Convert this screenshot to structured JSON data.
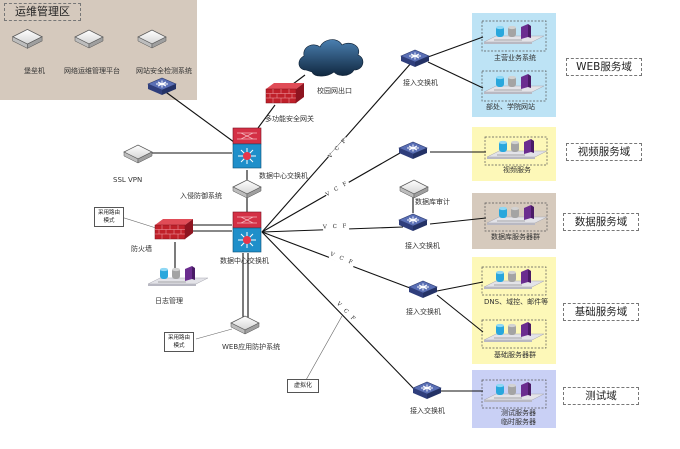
{
  "mgmt_zone": {
    "title": "运维管理区",
    "devices": [
      "堡垒机",
      "网络运维管理平台",
      "网站安全检测系统"
    ]
  },
  "core": {
    "cloud": "校园网出口",
    "gateway": "多功能安全网关",
    "switch1": "数据中心交换机",
    "ssl_vpn": "SSL VPN",
    "ips": "入侵防御系统",
    "switch2": "数据中心交换机",
    "firewall": "防火墙",
    "firewall_note": "采用路由模式",
    "log": "日志管理",
    "waf": "WEB应用防护系统",
    "waf_note": "采用路由模式",
    "virtualization": "虚拟化",
    "link_label": "V C F"
  },
  "access": {
    "switch_label": "接入交换机",
    "db_audit": "数据库审计"
  },
  "domains": [
    {
      "name": "WEB服务域",
      "bg": "#bde3f5",
      "groups": [
        "主营业务系统",
        "部处、学院网站"
      ]
    },
    {
      "name": "视频服务域",
      "bg": "#fdf8b8",
      "groups": [
        "视频服务"
      ]
    },
    {
      "name": "数据服务域",
      "bg": "#d6cabd",
      "groups": [
        "数据库服务器群"
      ]
    },
    {
      "name": "基础服务域",
      "bg": "#fdf8b8",
      "groups": [
        "DNS、域控、邮件等",
        "基础服务器群"
      ]
    },
    {
      "name": "测试域",
      "bg": "#c9d0f5",
      "groups": [
        "测试服务器\n临时服务器"
      ]
    }
  ],
  "colors": {
    "mgmt_bg": "#d5c9bd",
    "switch_blue": "#3a4f8f",
    "core_red": "#c8253a",
    "core_blue": "#1e8fc8",
    "firewall_red": "#c0202a",
    "cloud": "#2b4f73"
  }
}
